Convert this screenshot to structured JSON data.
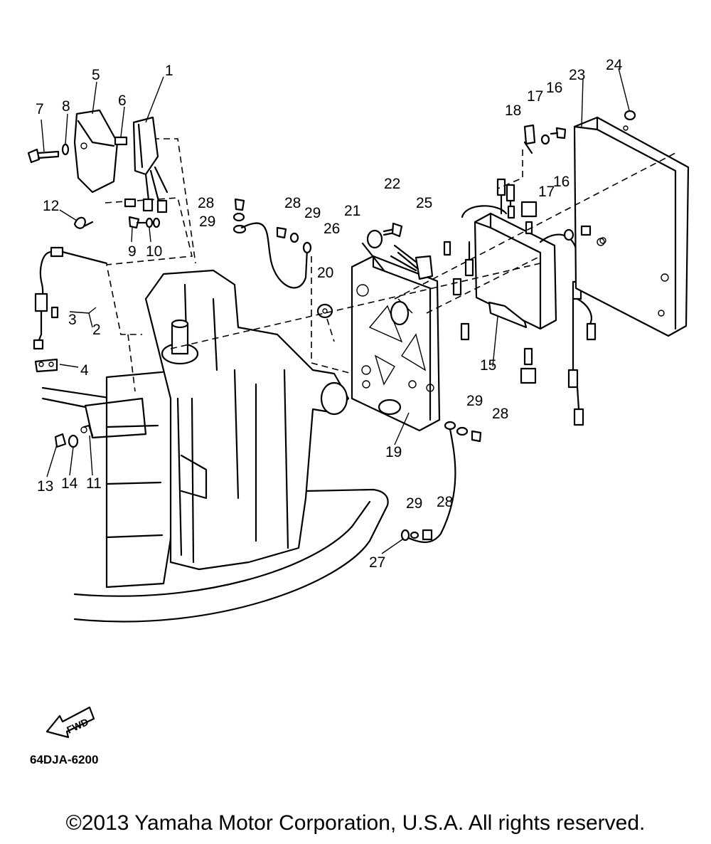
{
  "diagram": {
    "code": "64DJA-6200",
    "fwd_label": "FWD",
    "copyright": "©2013 Yamaha Motor Corporation, U.S.A. All rights reserved."
  },
  "callouts": [
    "1",
    "2",
    "3",
    "4",
    "5",
    "6",
    "7",
    "8",
    "9",
    "10",
    "11",
    "12",
    "13",
    "14",
    "15",
    "16",
    "16",
    "17",
    "17",
    "18",
    "19",
    "20",
    "21",
    "22",
    "23",
    "24",
    "25",
    "26",
    "27",
    "28",
    "28",
    "28",
    "28",
    "29",
    "29",
    "29",
    "29"
  ]
}
